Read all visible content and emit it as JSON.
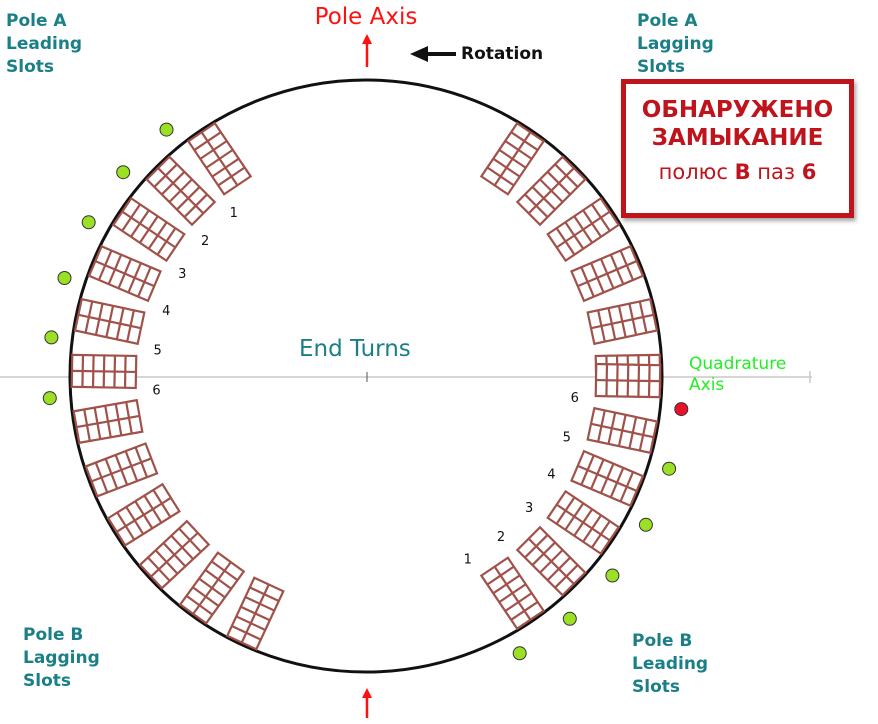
{
  "labels": {
    "pole_axis": "Pole Axis",
    "rotation": "Rotation",
    "end_turns": "End Turns",
    "quadrature": [
      "Quadrature",
      "Axis"
    ],
    "pole_a_leading": [
      "Pole A",
      "Leading",
      "Slots"
    ],
    "pole_a_lagging": [
      "Pole A",
      "Lagging",
      "Slots"
    ],
    "pole_b_lagging": [
      "Pole B",
      "Lagging",
      "Slots"
    ],
    "pole_b_leading": [
      "Pole B",
      "Leading",
      "Slots"
    ]
  },
  "fault": {
    "line1": "ОБНАРУЖЕНО",
    "line2": "ЗАМЫКАНИЕ",
    "pole_word": "полюс",
    "pole_value": "B",
    "slot_word": "паз",
    "slot_value": "6"
  },
  "slot_numbers": [
    "1",
    "2",
    "3",
    "4",
    "5",
    "6"
  ],
  "fault_slot": {
    "pole": "B",
    "slot": 6
  },
  "colors": {
    "teal": "#1a7f86",
    "red": "#ff1010",
    "green_dot": "#9be024",
    "red_dot": "#e8102a",
    "coil": "#a0524a",
    "fault_border": "#c0141c",
    "quadrature": "#22ee22"
  }
}
